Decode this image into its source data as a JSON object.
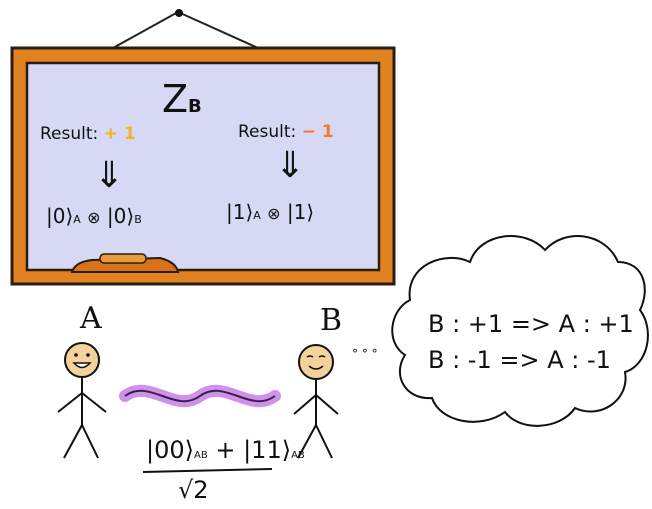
{
  "board": {
    "title_main": "Z",
    "title_sub": "B",
    "left": {
      "result_label": "Result:",
      "result_value": "+ 1",
      "arrow": "⇓",
      "state_ket_a": "|0⟩",
      "state_sub_a": "A",
      "tensor": "⊗",
      "state_ket_b": "|0⟩",
      "state_sub_b": "B"
    },
    "right": {
      "result_label": "Result:",
      "result_value": "− 1",
      "arrow": "⇓",
      "state_ket_a": "|1⟩",
      "state_sub_a": "A",
      "tensor": "⊗",
      "state_ket_b": "|1⟩"
    },
    "colors": {
      "frame": "#e0821f",
      "frame_edge": "#2a1c10",
      "surface": "#d6d8f4",
      "plus": "#f2b32a",
      "minus": "#f07a2e"
    }
  },
  "people": {
    "a_label": "A",
    "b_label": "B",
    "face_color": "#f3d29b"
  },
  "thought": {
    "dots": "° ° °",
    "line1": "B : +1 => A : +1",
    "line2": "B : -1 => A : -1"
  },
  "entanglement": {
    "wave_color": "#c77ee6",
    "formula_term1": "|00⟩",
    "formula_sub1": "AB",
    "formula_plus": "+",
    "formula_term2": "|11⟩",
    "formula_sub2": "AB",
    "denominator": "√2"
  }
}
